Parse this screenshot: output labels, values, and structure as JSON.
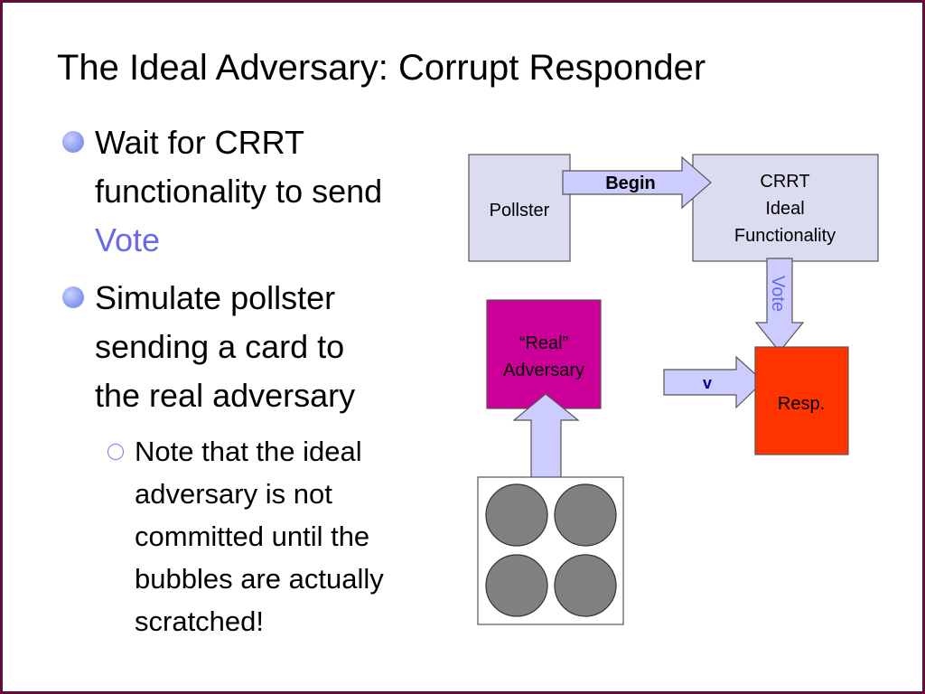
{
  "slide": {
    "title": "The Ideal Adversary: Corrupt Responder",
    "bullets": [
      {
        "lines": [
          "Wait for CRRT",
          "functionality to send"
        ],
        "highlight": "Vote"
      },
      {
        "lines": [
          "Simulate pollster",
          "sending a card to",
          "the real adversary"
        ]
      }
    ],
    "sub_bullet": {
      "lines": [
        "Note that the ideal",
        "adversary is not",
        "committed until the",
        "bubbles are actually",
        "scratched!"
      ]
    }
  },
  "diagram": {
    "pollster_label": "Pollster",
    "crrt_lines": [
      "CRRT",
      "Ideal",
      "Functionality"
    ],
    "begin_label": "Begin",
    "vote_label": "Vote",
    "real_adversary_lines": [
      "“Real”",
      "Adversary"
    ],
    "v_label": "v",
    "resp_label": "Resp.",
    "colors": {
      "box_fill": "#dcdcf0",
      "arrow_fill": "#ccccff",
      "adversary_fill": "#cc0099",
      "resp_fill": "#ff3300",
      "bubble_fill": "#808080",
      "vote_text": "#6868e8",
      "border": "#5e0f3b"
    }
  }
}
